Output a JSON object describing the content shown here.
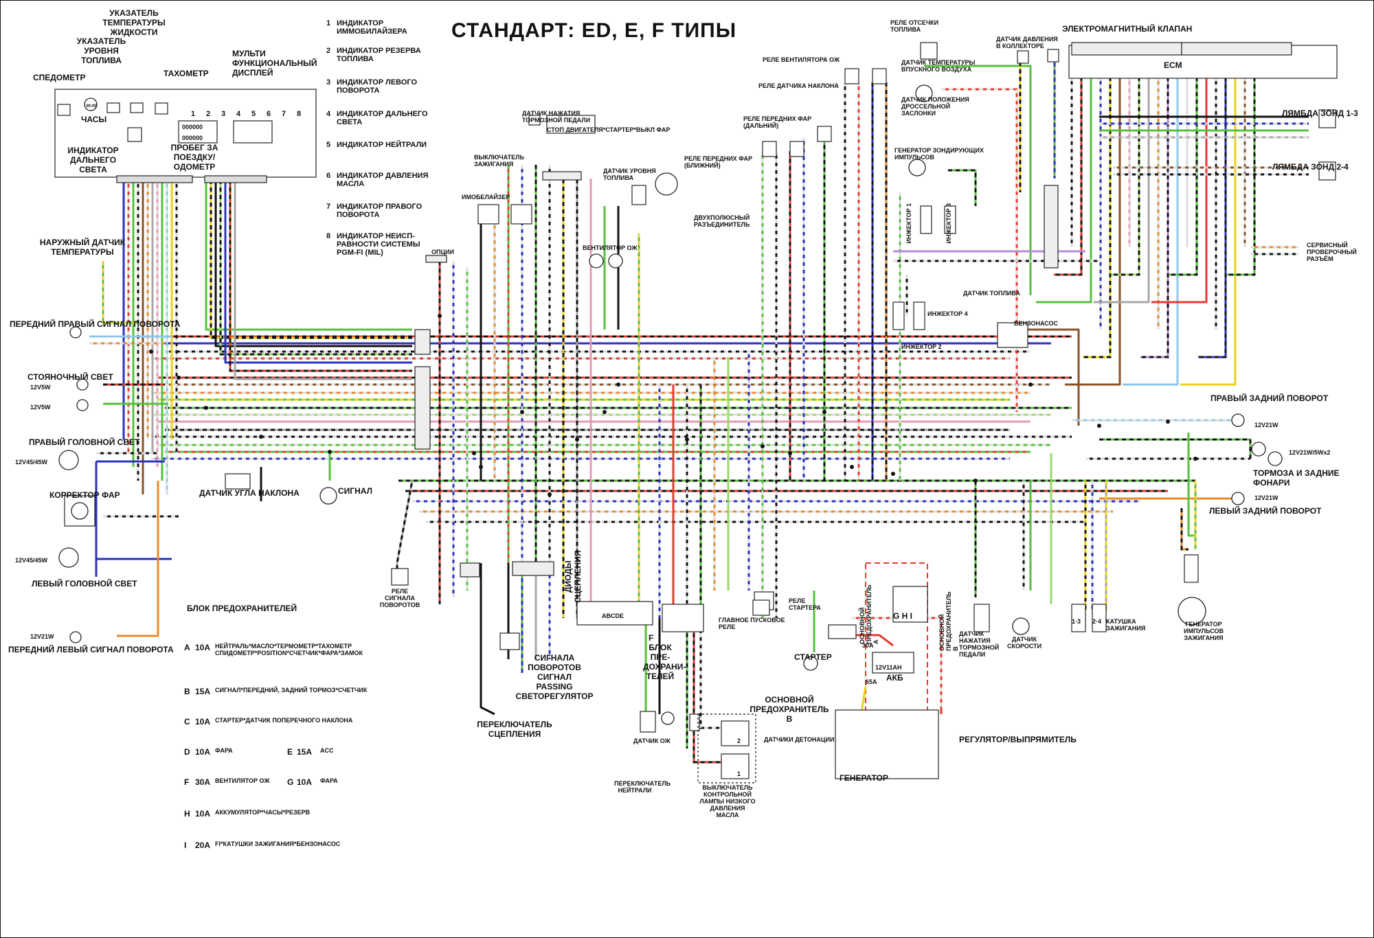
{
  "title": "СТАНДАРТ: ED, E, F ТИПЫ",
  "dashboard": {
    "speedometer": "СПЕДОМЕТР",
    "temp_gauge": "УКАЗАТЕЛЬ\nТЕМПЕРАТУРЫ\nЖИДКОСТИ",
    "fuel_gauge": "УКАЗАТЕЛЬ\nУРОВНЯ\nТОПЛИВА",
    "tachometer": "ТАХОМЕТР",
    "multi_display": "МУЛЬТИ\nФУНКЦИОНАЛЬНЫЙ\nДИСПЛЕЙ",
    "clock": "ЧАСЫ",
    "clock_face": "00:00",
    "high_beam_indicator": "ИНДИКАТОР\nДАЛЬНЕГО\nСВЕТА",
    "odometer": "ПРОБЕГ ЗА ПОЕЗДКУ/\nОДОМЕТР",
    "odo_value_1": "000000",
    "odo_value_2": "000000",
    "indicator_numbers": [
      "1",
      "2",
      "3",
      "4",
      "5",
      "6",
      "7",
      "8"
    ]
  },
  "indicators": [
    {
      "n": "1",
      "text": "ИНДИКАТОР\nИММОБИЛАЙЗЕРА"
    },
    {
      "n": "2",
      "text": "ИНДИКАТОР РЕЗЕРВА\nТОПЛИВА"
    },
    {
      "n": "3",
      "text": "ИНДИКАТОР ЛЕВОГО\nПОВОРОТА"
    },
    {
      "n": "4",
      "text": "ИНДИКАТОР ДАЛЬНЕГО\nСВЕТА"
    },
    {
      "n": "5",
      "text": "ИНДИКАТОР НЕЙТРАЛИ"
    },
    {
      "n": "6",
      "text": "ИНДИКАТОР ДАВЛЕНИЯ\nМАСЛА"
    },
    {
      "n": "7",
      "text": "ИНДИКАТОР ПРАВОГО\nПОВОРОТА"
    },
    {
      "n": "8",
      "text": "ИНДИКАТОР НЕИСП-\nРАВНОСТИ СИСТЕМЫ\nPGM-FI (MIL)"
    }
  ],
  "left_labels": {
    "outside_temp": "НАРУЖНЫЙ ДАТЧИК\nТЕМПЕРАТУРЫ",
    "front_right_turn": "ПЕРЕДНИЙ ПРАВЫЙ СИГНАЛ ПОВОРОТА",
    "parking_light": "СТОЯНОЧНЫЙ СВЕТ",
    "bulb_12v5w_a": "12V5W",
    "bulb_12v5w_b": "12V5W",
    "right_headlight": "ПРАВЫЙ ГОЛОВНОЙ СВЕТ",
    "bulb_12v45_a": "12V45/45W",
    "headlight_leveler": "КОРРЕКТОР ФАР",
    "bulb_12v45_b": "12V45/45W",
    "left_headlight": "ЛЕВЫЙ ГОЛОВНОЙ СВЕТ",
    "bulb_12v21w": "12V21W",
    "front_left_turn": "ПЕРЕДНИЙ ЛЕВЫЙ СИГНАЛ ПОВОРОТА",
    "tilt_sensor": "ДАТЧИК УГЛА НАКЛОНА",
    "horn": "СИГНАЛ"
  },
  "center_labels": {
    "brake_lever_sw": "ДАТЧИК НАЖАТИЯ\nТОРМОЗНОЙ ПЕДАЛИ",
    "engine_stop": "СТОП ДВИГАТЕЛЯ*СТАРТЕР*ВЫКЛ ФАР",
    "ignition": "ВЫКЛЮЧАТЕЛЬ\nЗАЖИГАНИЯ",
    "immobilizer": "ИМОБЕЛАЙЗЕР",
    "options": "ОПЦИИ",
    "fuel_level": "ДАТЧИК УРОВНЯ\nТОПЛИВА",
    "bipolar": "ДВУХПОЛЮСНЫЙ\nРАЗЪЕДИНИТЕЛЬ",
    "fan_motor": "ВЕНТИЛЯТОР ОЖ",
    "relay_fan": "РЕЛЕ ВЕНТИЛЯТОРА ОЖ",
    "relay_tilt": "РЕЛЕ ДАТЧИКА НАКЛОНА",
    "relay_fuel_cut": "РЕЛЕ ОТСЕЧКИ\nТОПЛИВА",
    "relay_high": "РЕЛЕ ПЕРЕДНИХ ФАР\n(ДАЛЬНИЙ)",
    "relay_low": "РЕЛЕ ПЕРЕДНИХ ФАР\n(БЛИЖНИЙ)",
    "turn_relay": "РЕЛЕ СИГНАЛА\nПОВОРОТОВ",
    "clutch_diodes": "ДИОДЫ\nСЦЕПЛЕНИЯ",
    "abcde": "ABCDE",
    "f_letter": "F",
    "fuse_box": "БЛОК ПРЕ-\nДОХРАНИ-\nТЕЛЕЙ",
    "main_relay": "ГЛАВНОЕ ПУСКОВОЕ\nРЕЛЕ",
    "turn_switch": "СИГНАЛА ПОВОРОТОВ\nСИГНАЛ\nPASSING\nСВЕТОРЕГУЛЯТОР",
    "clutch_switch": "ПЕРЕКЛЮЧАТЕЛЬ\nСЦЕПЛЕНИЯ",
    "coolant_temp": "ДАТЧИК ОЖ",
    "neutral_switch": "ПЕРЕКЛЮЧАТЕЛЬ\nНЕЙТРАЛИ",
    "oil_pressure": "ВЫКЛЮЧАТЕЛЬ КОНТРОЛЬНОЙ\nЛАМПЫ НИЗКОГО ДАВЛЕНИЯ\nМАСЛА",
    "knock_sensors": "ДАТЧИКИ ДЕТОНАЦИИ",
    "knock_1": "1",
    "knock_2": "2",
    "starter_relay": "РЕЛЕ\nСТАРТЕРА",
    "starter": "СТАРТЕР",
    "main_fuse_b": "ОСНОВНОЙ\nПРЕДОХРАНИТЕЛЬ\nB",
    "main_fuse_a_vert": "ОСНОВНОЙ\nПРЕДОХРАНИТЕЛЬ\nA",
    "main_fuse_b_vert": "ОСНОВНОЙ\nПРЕДОХРАНИТЕЛЬ\nB",
    "fuse_30a": "30A",
    "fuse_65a": "65A",
    "battery": "АКБ",
    "battery_rating": "12V11AH",
    "ghi": "G H I",
    "regulator": "РЕГУЛЯТОР/ВЫПРЯМИТЕЛЬ",
    "generator": "ГЕНЕРАТОР"
  },
  "right_labels": {
    "manifold_pressure": "ДАТЧИК ДАВЛЕНИЯ\nВ КОЛЛЕКТОРЕ",
    "solenoid": "ЭЛЕКТРОМАГНИТНЫЙ КЛАПАН",
    "ecm": "ECM",
    "intake_temp": "ДАТЧИК ТЕМПЕРАТУРЫ\nВПУСКНОГО ВОЗДУХА",
    "throttle_pos": "ДАТЧИК ПОЛОЖЕНИЯ\nДРОССЕЛЬНОЙ\nЗАСЛОНКИ",
    "probe_gen": "ГЕНЕРАТОР ЗОНДИРУЮЩИХ\nИМПУЛЬСОВ",
    "lambda_13": "ЛЯМБДА ЗОНД 1-3",
    "lambda_24": "ЛЯМБДА ЗОНД 2-4",
    "injector_1": "ИНЖЕКТОР 1",
    "injector_3": "ИНЖЕКТОР 3",
    "injector_4": "ИНЖЕКТОР 4",
    "injector_2": "ИНЖЕКТОР 2",
    "fuel_sensor": "ДАТЧИК ТОПЛИВА",
    "fuel_pump": "БЕНЗОНАСОС",
    "service_connector": "СЕРВИСНЫЙ\nПРОВЕРОЧНЫЙ\nРАЗЪЁМ",
    "rear_right_turn": "ПРАВЫЙ ЗАДНИЙ ПОВОРОТ",
    "bulb_rr": "12V21W",
    "bulb_tail": "12V21W/5Wx2",
    "brake_tail": "ТОРМОЗА И ЗАДНИЕ ФОНАРИ",
    "bulb_rl": "12V21W",
    "rear_left_turn": "ЛЕВЫЙ ЗАДНИЙ ПОВОРОТ",
    "rear_brake_sw": "ДАТЧИК\nНАЖАТИЯ\nТОРМОЗНОЙ\nПЕДАЛИ",
    "speed_sensor": "ДАТЧИК\nСКОРОСТИ",
    "coil_13": "1·3",
    "coil_24": "2·4",
    "ignition_coil": "КАТУШКА\nЗАЖИГАНИЯ",
    "pulse_gen": "ГЕНЕРАТОР ИМПУЛЬСОВ\nЗАЖИГАНИЯ"
  },
  "fuse_block": {
    "title": "БЛОК ПРЕДОХРАНИТЕЛЕЙ",
    "rows": [
      {
        "code": "A",
        "amp": "10A",
        "text": "НЕЙТРАЛЬ*МАСЛО*ТЕРМОМЕТР*ТАХОМЕТР\nСПИДОМЕТР*POSITION*СЧЕТЧИК*ФАРА*ЗАМОК"
      },
      {
        "code": "B",
        "amp": "15A",
        "text": "СИГНАЛ*ПЕРЕДНИЙ, ЗАДНИЙ ТОРМОЗ*СЧЕТЧИК"
      },
      {
        "code": "C",
        "amp": "10A",
        "text": "СТАРТЕР*ДАТЧИК ПОПЕРЕЧНОГО НАКЛОНА"
      },
      {
        "code": "D",
        "amp": "10A",
        "text": "ФАРА",
        "code2": "E",
        "amp2": "15A",
        "text2": "ACC"
      },
      {
        "code": "F",
        "amp": "30A",
        "text": "ВЕНТИЛЯТОР ОЖ",
        "code2": "G",
        "amp2": "10A",
        "text2": "ФАРА"
      },
      {
        "code": "H",
        "amp": "10A",
        "text": "АККУМУЛЯТОР*ЧАСЫ*РЕЗЕРВ"
      },
      {
        "code": "I",
        "amp": "20A",
        "text": "FI*КАТУШКИ ЗАЖИГАНИЯ*БЕНЗОНАСОС"
      }
    ]
  },
  "colors": {
    "red": "#e53a2f",
    "black": "#111111",
    "green": "#55c03c",
    "blue": "#2b2fbf",
    "yellow": "#e8d21a",
    "orange": "#e8892a",
    "brown": "#8a5226",
    "gray": "#a7a7a7",
    "pink": "#e39ab4",
    "lightgreen": "#9ad96a",
    "lightblue": "#8fc7ea",
    "white": "#dddddd",
    "violet": "#b48ad6"
  }
}
